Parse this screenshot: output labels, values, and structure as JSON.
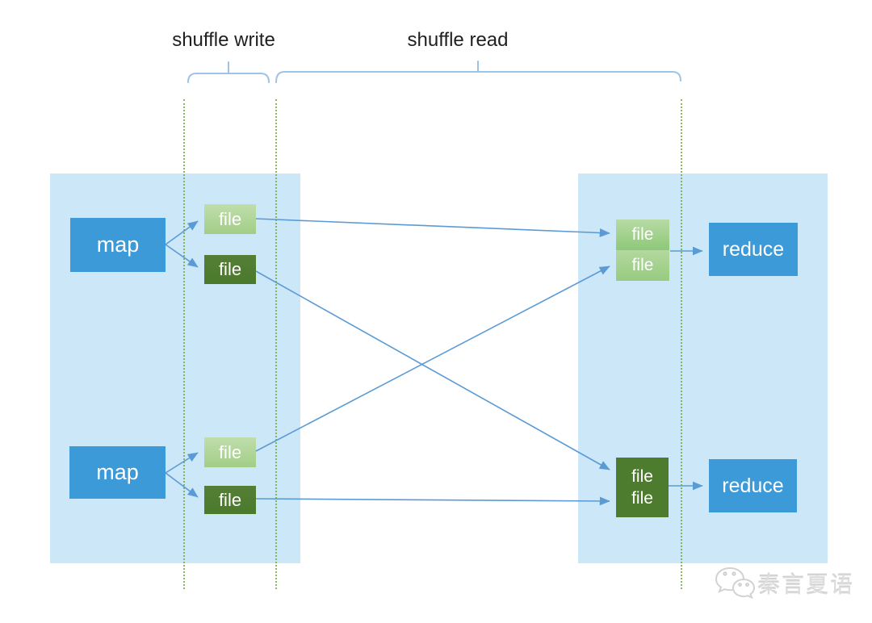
{
  "header": {
    "shuffle_write_label": "shuffle write",
    "shuffle_read_label": "shuffle read"
  },
  "map_side": {
    "top_group": {
      "map": "map",
      "file_light": "file",
      "file_dark": "file"
    },
    "bottom_group": {
      "map": "map",
      "file_light": "file",
      "file_dark": "file"
    }
  },
  "reduce_side": {
    "top_group": {
      "file_row1": "file",
      "file_row2": "file",
      "reduce": "reduce"
    },
    "bottom_group": {
      "file_row1": "file",
      "file_row2": "file",
      "reduce": "reduce"
    }
  },
  "watermark": {
    "text": "秦言夏语"
  },
  "colors": {
    "panel_blue": "#cbe7f8",
    "node_blue": "#3b9ad7",
    "file_light_green": "#a2cd87",
    "file_dark_green": "#4d7c2f",
    "stack_green": "#8ec878",
    "arrow_blue": "#5b9bd5",
    "bracket_blue": "#9dc3e6",
    "guide_green": "#70ad47",
    "label_text": "#1f1f1f",
    "node_text": "#ffffff",
    "watermark_gray": "#dcdcdc"
  }
}
